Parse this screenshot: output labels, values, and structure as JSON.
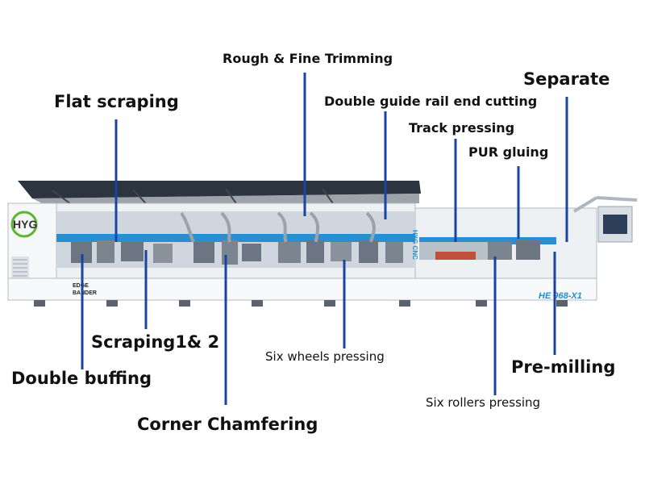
{
  "brand": {
    "logo": "HYG",
    "edge_line1": "EDGE",
    "edge_line2": "BANDER",
    "model": "HE 968-X1",
    "cnc_mark": "HYG CNC"
  },
  "colors": {
    "pointer": "#1a44a4",
    "machine_body": "#eef1f4",
    "rail": "#2a8fd0",
    "lid": "#2c3440",
    "logo_green": "#5cb531"
  },
  "labels": {
    "rough_fine_trimming": "Rough & Fine Trimming",
    "separate": "Separate",
    "flat_scraping": "Flat scraping",
    "double_guide_rail": "Double guide rail end cutting",
    "track_pressing": "Track pressing",
    "pur_gluing": "PUR gluing",
    "scraping_1_2": "Scraping1& 2",
    "double_buffing": "Double buffing",
    "six_wheels_pressing": "Six wheels pressing",
    "pre_milling": "Pre-milling",
    "six_rollers_pressing": "Six rollers pressing",
    "corner_chamfering": "Corner Chamfering"
  }
}
